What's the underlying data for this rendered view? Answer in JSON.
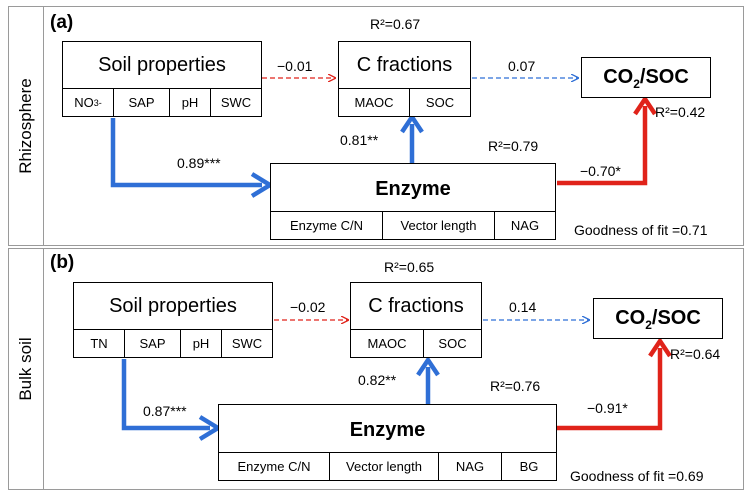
{
  "panel_a": {
    "label": "(a)",
    "side": "Rhizosphere",
    "soil_title": "Soil properties",
    "soil_cells": [
      "NO",
      "SAP",
      "pH",
      "SWC"
    ],
    "no3_sub": "3",
    "no3_sup": "-",
    "c_r2": "R²=0.67",
    "c_title": "C fractions",
    "c_cells": [
      "MAOC",
      "SOC"
    ],
    "co2_prefix": "CO",
    "co2_sub": "2",
    "co2_suffix": "/SOC",
    "co2_r2": "R²=0.42",
    "enzyme_title": "Enzyme",
    "enzyme_r2": "R²=0.79",
    "enzyme_cells": [
      "Enzyme C/N",
      "Vector length",
      "NAG"
    ],
    "coef_soil_c": "−0.01",
    "coef_c_co2": "0.07",
    "coef_soil_enz": "0.89***",
    "coef_enz_c": "0.81**",
    "coef_enz_co2": "−0.70*",
    "fit": "Goodness of fit =0.71"
  },
  "panel_b": {
    "label": "(b)",
    "side": "Bulk soil",
    "soil_title": "Soil properties",
    "soil_cells": [
      "TN",
      "SAP",
      "pH",
      "SWC"
    ],
    "c_r2": "R²=0.65",
    "c_title": "C fractions",
    "c_cells": [
      "MAOC",
      "SOC"
    ],
    "co2_prefix": "CO",
    "co2_sub": "2",
    "co2_suffix": "/SOC",
    "co2_r2": "R²=0.64",
    "enzyme_title": "Enzyme",
    "enzyme_r2": "R²=0.76",
    "enzyme_cells": [
      "Enzyme C/N",
      "Vector length",
      "NAG",
      "BG"
    ],
    "coef_soil_c": "−0.02",
    "coef_c_co2": "0.14",
    "coef_soil_enz": "0.87***",
    "coef_enz_c": "0.82**",
    "coef_enz_co2": "−0.91*",
    "fit": "Goodness of fit =0.69"
  },
  "colors": {
    "positive": "#2f6fd6",
    "negative": "#e0231a",
    "border": "#9a9a9a"
  }
}
